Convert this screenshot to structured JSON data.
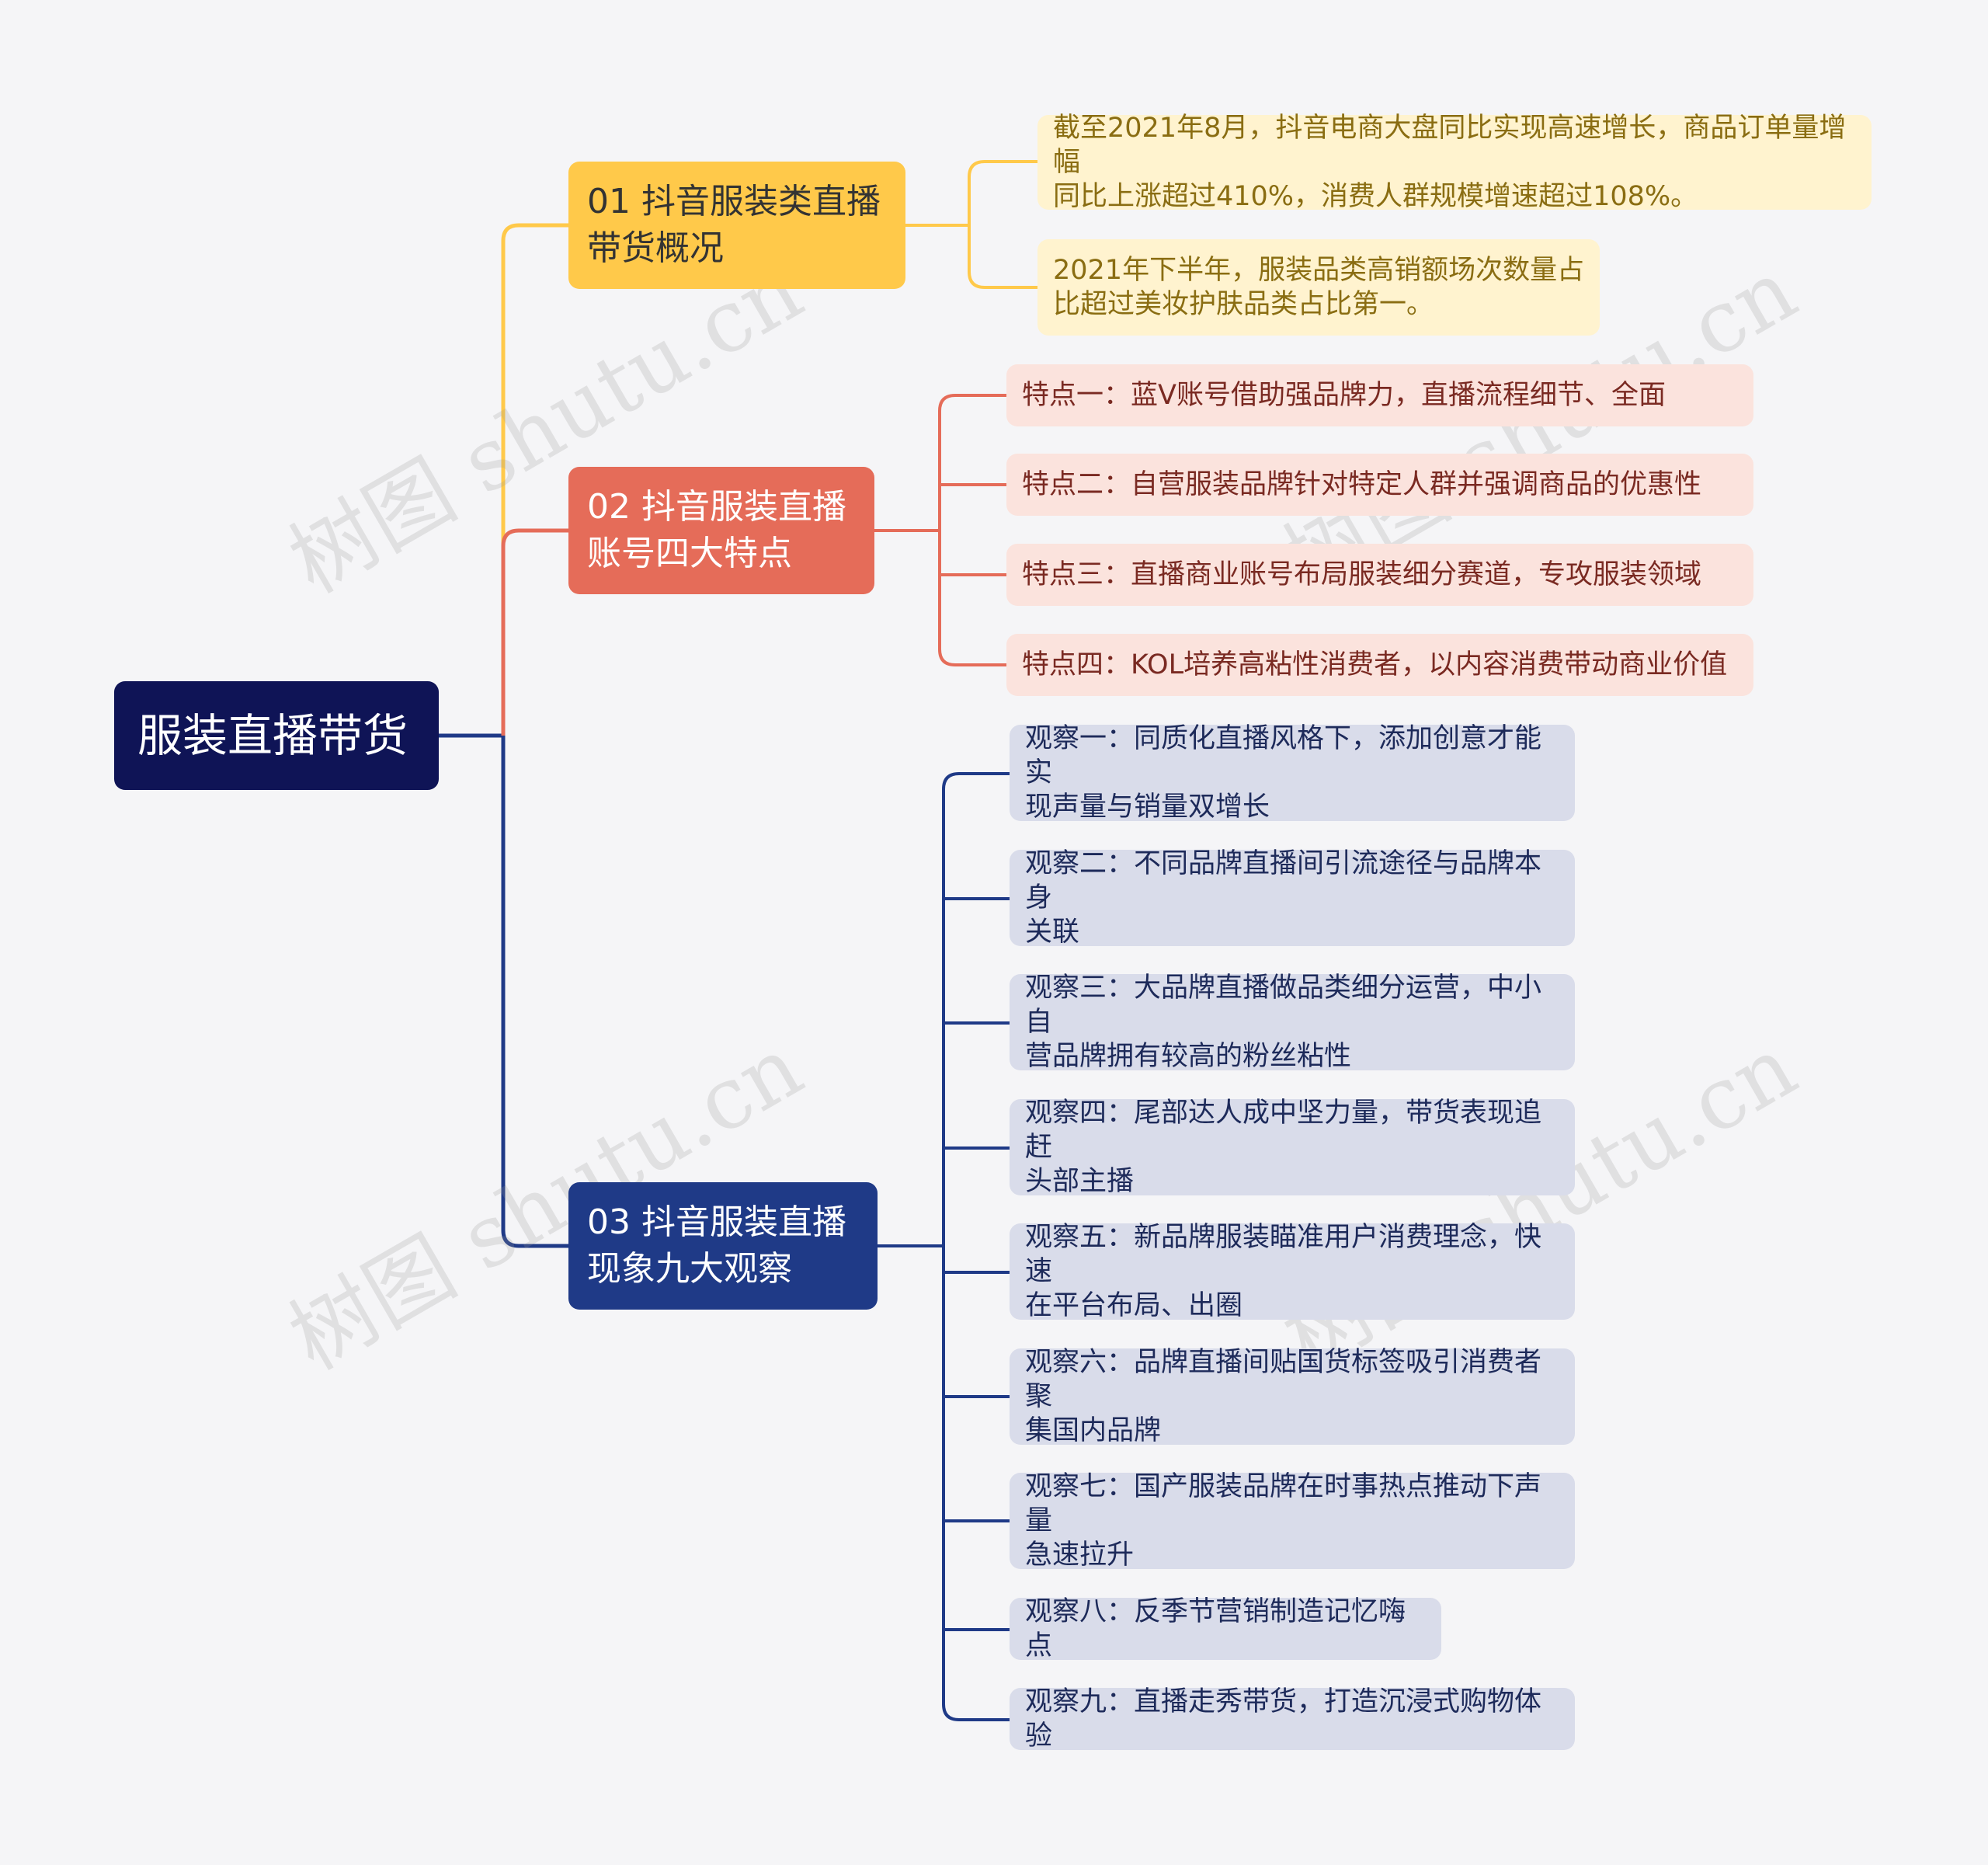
{
  "root": {
    "label": "服装直播带货"
  },
  "branches": [
    {
      "label": "01 抖音服装类直播\n带货概况",
      "color": "#ffc94a",
      "children": [
        "截至2021年8月，抖音电商大盘同比实现高速增长，商品订单量增幅\n同比上涨超过410%，消费人群规模增速超过108%。",
        "2021年下半年，服装品类高销额场次数量占\n比超过美妆护肤品类占比第一。"
      ]
    },
    {
      "label": "02 抖音服装直播\n账号四大特点",
      "color": "#e56c59",
      "children": [
        "特点一：蓝V账号借助强品牌力，直播流程细节、全面",
        "特点二：自营服装品牌针对特定人群并强调商品的优惠性",
        "特点三：直播商业账号布局服装细分赛道，专攻服装领域",
        "特点四：KOL培养高粘性消费者，以内容消费带动商业价值"
      ]
    },
    {
      "label": "03 抖音服装直播\n现象九大观察",
      "color": "#1f3a87",
      "children": [
        "观察一：同质化直播风格下，添加创意才能实\n现声量与销量双增长",
        "观察二：不同品牌直播间引流途径与品牌本身\n关联",
        "观察三：大品牌直播做品类细分运营，中小自\n营品牌拥有较高的粉丝粘性",
        "观察四：尾部达人成中坚力量，带货表现追赶\n头部主播",
        "观察五：新品牌服装瞄准用户消费理念，快速\n在平台布局、出圈",
        "观察六：品牌直播间贴国货标签吸引消费者聚\n集国内品牌",
        "观察七：国产服装品牌在时事热点推动下声量\n急速拉升",
        "观察八：反季节营销制造记忆嗨点",
        "观察九：直播走秀带货，打造沉浸式购物体验"
      ]
    }
  ],
  "root_line_color": "#1f3a87",
  "watermark": "树图 shutu.cn"
}
